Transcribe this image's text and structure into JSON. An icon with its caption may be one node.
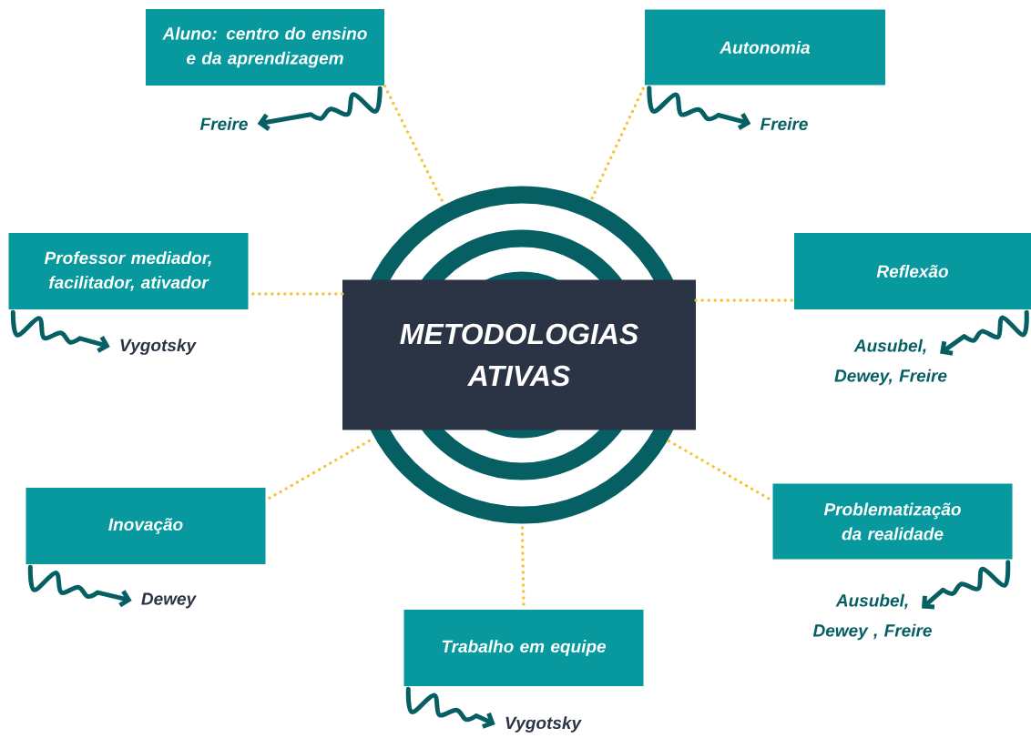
{
  "diagram": {
    "nodes": [
      {
        "text": [
          "Aluno: centro do ensino e da aprendizagem"
        ]
      },
      {
        "text": [
          "Freire"
        ]
      },
      {
        "text": [
          "Autonomia"
        ]
      },
      {
        "text": [
          "Freire"
        ]
      },
      {
        "text": [
          "Professor mediador, facilitador, ativador"
        ]
      },
      {
        "text": [
          "Vygotsky"
        ]
      },
      {
        "text": [
          "METODOLOGIAS ATIVAS"
        ]
      },
      {
        "text": [
          "Reflexão"
        ]
      },
      {
        "text": [
          "Ausubel, Dewey, Freire"
        ]
      },
      {
        "text": [
          "Inovação"
        ]
      },
      {
        "text": [
          "Dewey"
        ]
      },
      {
        "text": [
          "Problematização da realidade"
        ]
      },
      {
        "text": [
          "Ausubel, Dewey , Freire"
        ]
      },
      {
        "text": [
          "Trabalho em equipe"
        ]
      },
      {
        "text": [
          "Vygotsky"
        ]
      }
    ],
    "edges": [
      {
        "from": 6,
        "to": 0,
        "arrow": "none",
        "style": "dashed",
        "color": "#f7c333"
      },
      {
        "from": 6,
        "to": 2,
        "arrow": "none",
        "style": "dashed",
        "color": "#f7c333"
      },
      {
        "from": 6,
        "to": 4,
        "arrow": "none",
        "style": "dashed",
        "color": "#f7c333"
      },
      {
        "from": 6,
        "to": 7,
        "arrow": "none",
        "style": "dashed",
        "color": "#f7c333"
      },
      {
        "from": 6,
        "to": 9,
        "arrow": "none",
        "style": "dashed",
        "color": "#f7c333"
      },
      {
        "from": 6,
        "to": 11,
        "arrow": "none",
        "style": "dashed",
        "color": "#f7c333"
      },
      {
        "from": 6,
        "to": 13,
        "arrow": "none",
        "style": "dashed",
        "color": "#f7c333"
      },
      {
        "from": 0,
        "to": 1,
        "arrow": "to",
        "color": "#055f63"
      },
      {
        "from": 2,
        "to": 3,
        "arrow": "to",
        "color": "#055f63"
      },
      {
        "from": 4,
        "to": 5,
        "arrow": "to",
        "color": "#055f63"
      },
      {
        "from": 7,
        "to": 8,
        "arrow": "to",
        "color": "#055f63"
      },
      {
        "from": 9,
        "to": 10,
        "arrow": "to",
        "color": "#055f63"
      },
      {
        "from": 11,
        "to": 12,
        "arrow": "to",
        "color": "#055f63"
      },
      {
        "from": 13,
        "to": 14,
        "arrow": "to",
        "color": "#055f63"
      }
    ]
  }
}
